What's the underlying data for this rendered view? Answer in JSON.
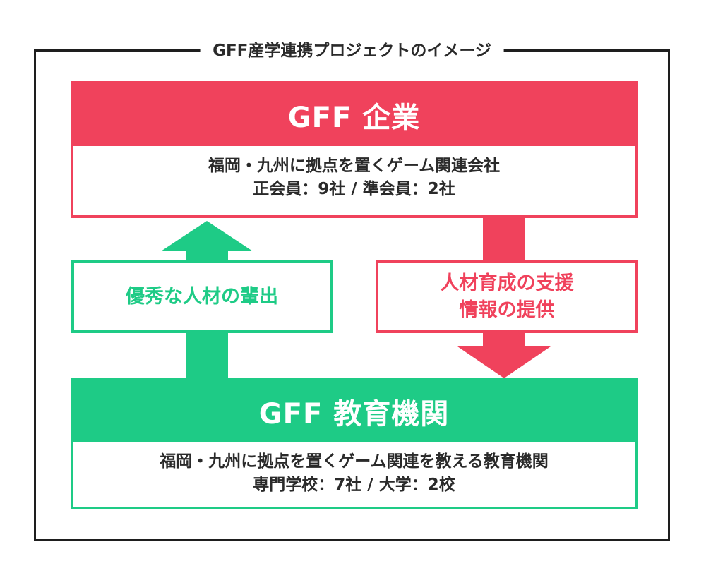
{
  "frame_title": "GFF産学連携プロジェクトのイメージ",
  "company": {
    "title": "GFF 企業",
    "desc_line1": "福岡・九州に拠点を置くゲーム関連会社",
    "desc_line2": "正会員：9社 / 準会員：2社"
  },
  "education": {
    "title": "GFF 教育機関",
    "desc_line1": "福岡・九州に拠点を置くゲーム関連を教える教育機関",
    "desc_line2": "専門学校：7社 / 大学：2校"
  },
  "flow_up": {
    "label": "優秀な人材の輩出"
  },
  "flow_down": {
    "label_line1": "人材育成の支援",
    "label_line2": "情報の提供"
  },
  "colors": {
    "company": "#f0425c",
    "education": "#1ecb86",
    "frame": "#1e1e1e"
  }
}
